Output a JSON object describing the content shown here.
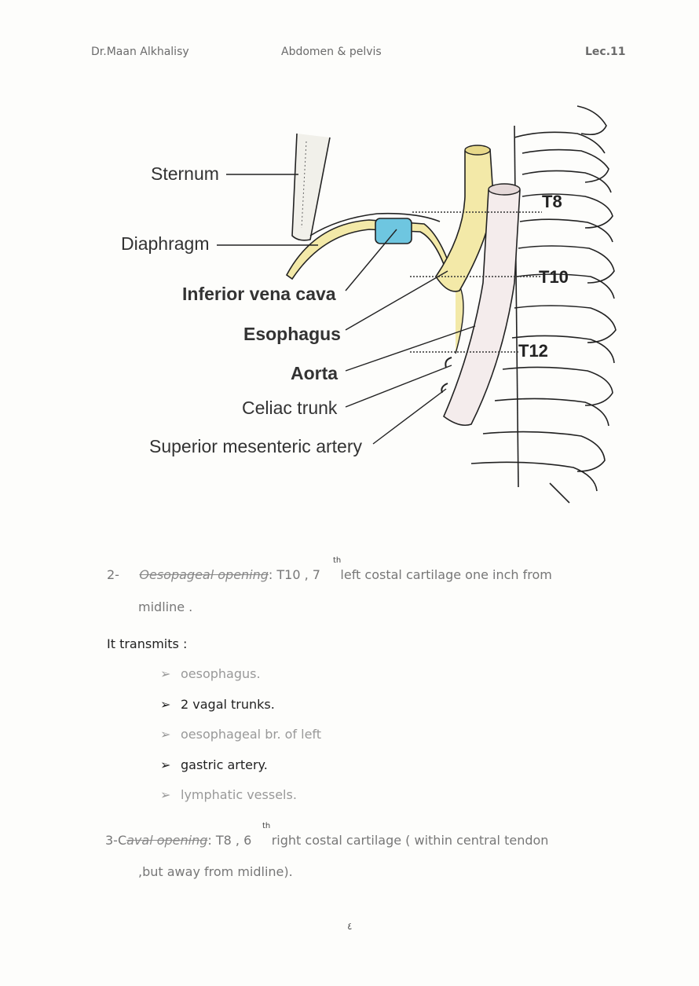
{
  "header": {
    "author": "Dr.Maan Alkhalisy",
    "course": "Abdomen & pelvis",
    "lecture": "Lec.11"
  },
  "figure": {
    "labels": {
      "sternum": "Sternum",
      "diaphragm": "Diaphragm",
      "ivc": "Inferior vena cava",
      "esophagus": "Esophagus",
      "aorta": "Aorta",
      "celiac": "Celiac trunk",
      "sma": "Superior mesenteric artery"
    },
    "vertebrae": {
      "t8": "T8",
      "t10": "T10",
      "t12": "T12"
    },
    "colors": {
      "vessel": "#f3e9a8",
      "ivc": "#6ec6e0",
      "aorta": "#f4ecec",
      "outline": "#222222"
    }
  },
  "sections": {
    "oesophageal": {
      "number": "2-",
      "title": "Oesopageal opening",
      "text_a": ": T10 , 7",
      "sup": "th",
      "text_b": "left costal cartilage one inch from",
      "text_c": "midline ."
    },
    "transmits_label": "It transmits :",
    "bullets": [
      "oesophagus.",
      "2 vagal trunks.",
      "oesophageal br. of left",
      "gastric artery.",
      "lymphatic vessels."
    ],
    "caval": {
      "number": "3-C",
      "title": "aval opening",
      "text_a": ": T8 , 6",
      "sup": "th",
      "text_b": "right costal cartilage ( within central tendon",
      "text_c": ",but away from midline)."
    }
  },
  "page_number": "٤"
}
